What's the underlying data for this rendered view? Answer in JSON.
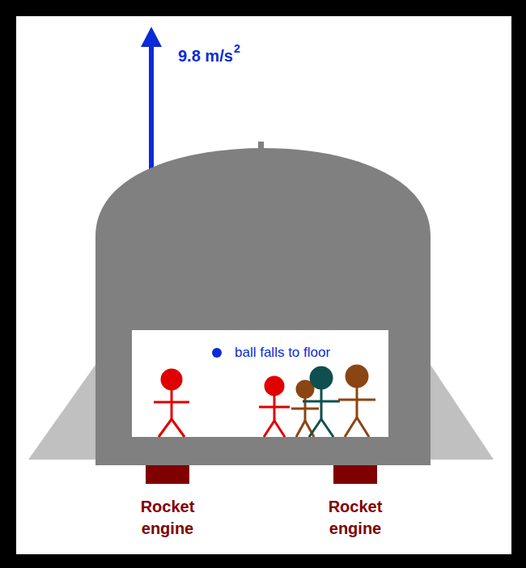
{
  "diagram": {
    "labels": [
      "9.8 m/s",
      "2",
      "ball falls to floor",
      "Rocket engine",
      "Rocket engine"
    ]
  }
}
